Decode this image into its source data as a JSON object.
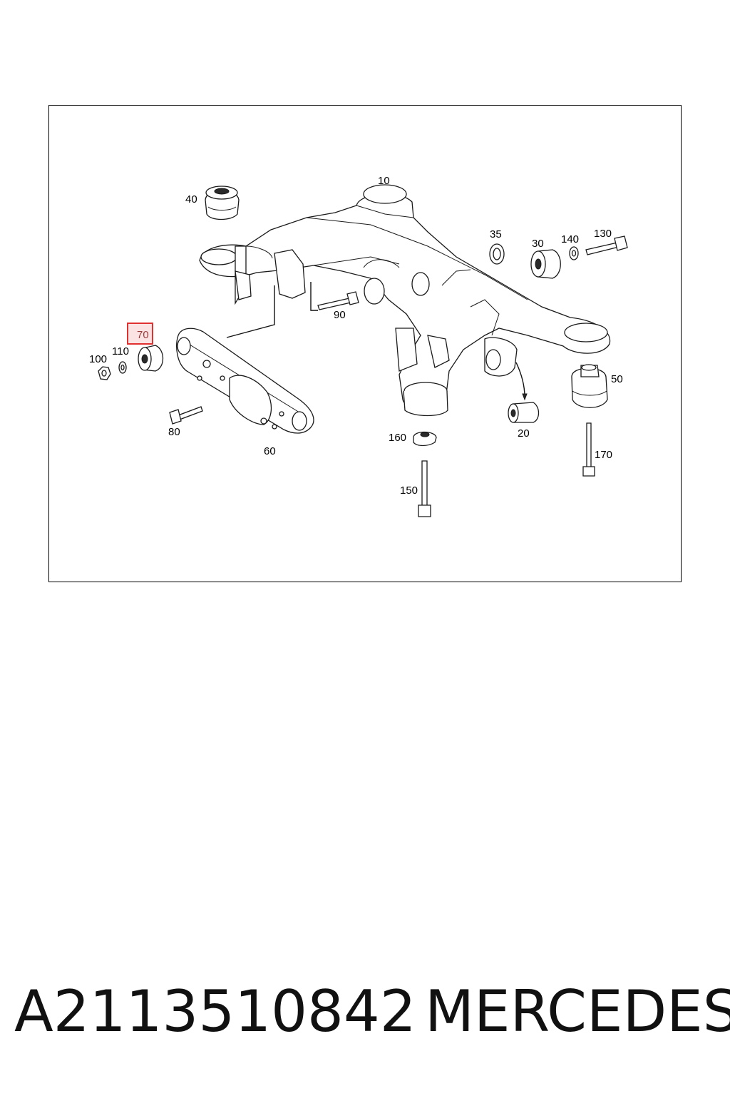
{
  "diagram": {
    "callouts": [
      "10",
      "20",
      "30",
      "35",
      "40",
      "50",
      "60",
      "70",
      "80",
      "90",
      "100",
      "110",
      "130",
      "140",
      "150",
      "160",
      "170"
    ],
    "highlighted_callout": "70",
    "highlight_color": "#e03030"
  },
  "footer": {
    "part_number": "A2113510842",
    "brand": "MERCEDES"
  }
}
